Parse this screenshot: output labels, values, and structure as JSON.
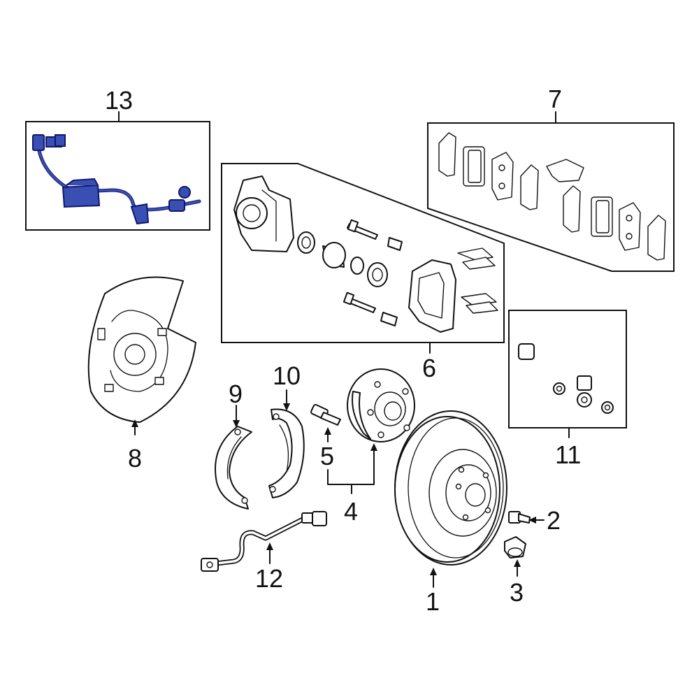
{
  "callouts": {
    "c1": "1",
    "c2": "2",
    "c3": "3",
    "c4": "4",
    "c5": "5",
    "c6": "6",
    "c7": "7",
    "c8": "8",
    "c9": "9",
    "c10": "10",
    "c11": "11",
    "c12": "12",
    "c13": "13"
  },
  "colors": {
    "line": "#111111",
    "background": "#ffffff",
    "highlight_part": "#3a4fb4",
    "highlight_outline": "#10176a"
  },
  "highlighted_part": "13"
}
